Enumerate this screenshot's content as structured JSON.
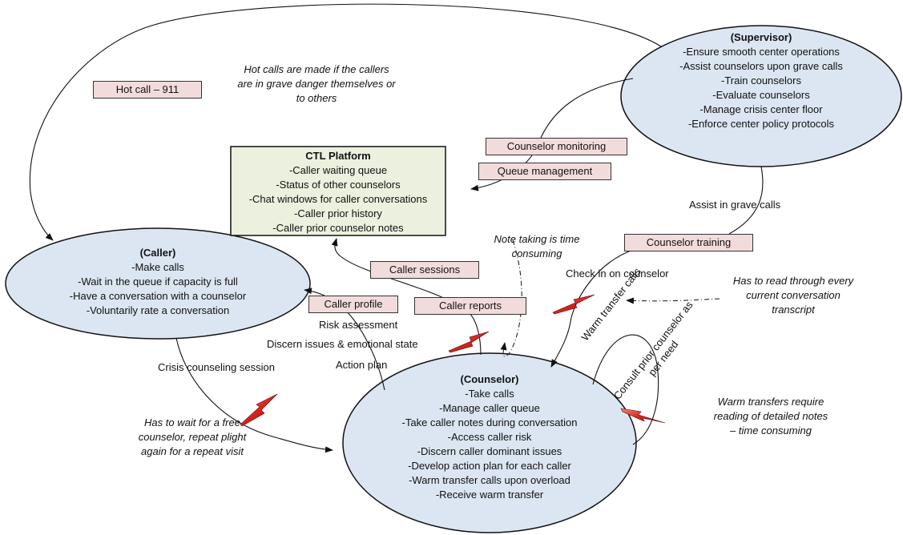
{
  "supervisor": {
    "title": "(Supervisor)",
    "items": [
      "-Ensure smooth center operations",
      "-Assist counselors upon grave calls",
      "-Train counselors",
      "-Evaluate counselors",
      "-Manage crisis center floor",
      "-Enforce center policy protocols"
    ]
  },
  "platform": {
    "title": "CTL Platform",
    "items": [
      "-Caller waiting queue",
      "-Status of other counselors",
      "-Chat windows for caller conversations",
      "-Caller prior history",
      "-Caller prior counselor notes"
    ]
  },
  "caller": {
    "title": "(Caller)",
    "items": [
      "-Make calls",
      "-Wait in the queue if capacity is full",
      "-Have a conversation with a counselor",
      "-Voluntarily rate a conversation"
    ]
  },
  "counselor": {
    "title": "(Counselor)",
    "items": [
      "-Take calls",
      "-Manage caller queue",
      "-Take caller notes during conversation",
      "-Access caller risk",
      "-Discern caller dominant issues",
      "-Develop action plan for each caller",
      "-Warm transfer calls upon overload",
      "-Receive warm transfer"
    ]
  },
  "tags": {
    "hot_call": "Hot call – 911",
    "counselor_monitoring": "Counselor monitoring",
    "queue_management": "Queue management",
    "counselor_training": "Counselor training",
    "caller_sessions": "Caller sessions",
    "caller_profile": "Caller profile",
    "caller_reports": "Caller reports"
  },
  "labels": {
    "assist_grave": "Assist in grave calls",
    "check_in": "Check in on counselor",
    "risk_assessment": "Risk assessment",
    "discern_issues": "Discern issues & emotional state",
    "action_plan": "Action plan",
    "crisis_session": "Crisis counseling session",
    "warm_transfer_calls": "Warm transfer calls",
    "consult_line1": "Consult prior counselor as",
    "consult_line2": "per need"
  },
  "notes": {
    "hot_calls": [
      "Hot calls are made if the callers",
      "are in grave danger themselves or",
      "to others"
    ],
    "note_taking": [
      "Note taking is time",
      "consuming"
    ],
    "read_transcript": [
      "Has to read through every",
      "current conversation",
      "transcript"
    ],
    "wait_counselor": [
      "Has to wait for a free",
      "counselor,  repeat plight",
      "again for a repeat visit"
    ],
    "warm_transfers": [
      "Warm transfers require",
      "reading of detailed notes",
      "– time consuming"
    ]
  },
  "colors": {
    "ellipse_fill": "#dce6f2",
    "platform_fill": "#ebf1de",
    "tag_fill": "#f2dcdb",
    "bolt_fill": "#d9221c"
  }
}
